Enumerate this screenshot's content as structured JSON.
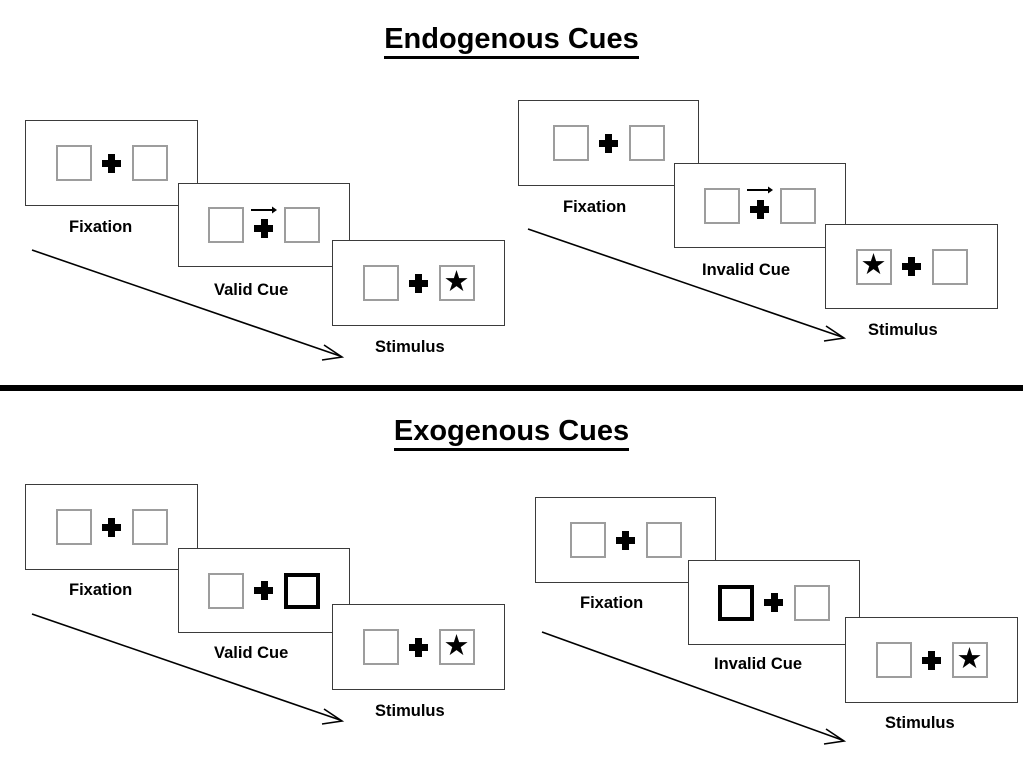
{
  "figure": {
    "title_endogenous": "Endogenous Cues",
    "title_exogenous": "Exogenous Cues"
  },
  "sections": [
    {
      "id": "endogenous",
      "title": "Endogenous Cues",
      "cue_type": "arrow",
      "sequences": [
        {
          "id": "endogenous-valid",
          "validity_label": "Valid Cue",
          "frames": [
            {
              "label": "Fixation",
              "left_box": "empty",
              "right_box": "empty",
              "cue": "none"
            },
            {
              "label": "Valid Cue",
              "left_box": "empty",
              "right_box": "empty",
              "cue": "arrow-right"
            },
            {
              "label": "Stimulus",
              "left_box": "empty",
              "right_box": "star",
              "cue": "none"
            }
          ]
        },
        {
          "id": "endogenous-invalid",
          "validity_label": "Invalid Cue",
          "frames": [
            {
              "label": "Fixation",
              "left_box": "empty",
              "right_box": "empty",
              "cue": "none"
            },
            {
              "label": "Invalid Cue",
              "left_box": "empty",
              "right_box": "empty",
              "cue": "arrow-right"
            },
            {
              "label": "Stimulus",
              "left_box": "star",
              "right_box": "empty",
              "cue": "none"
            }
          ]
        }
      ]
    },
    {
      "id": "exogenous",
      "title": "Exogenous Cues",
      "cue_type": "box-flash",
      "sequences": [
        {
          "id": "exogenous-valid",
          "validity_label": "Valid Cue",
          "frames": [
            {
              "label": "Fixation",
              "left_box": "empty",
              "right_box": "empty",
              "cue": "none"
            },
            {
              "label": "Valid Cue",
              "left_box": "empty",
              "right_box": "highlighted",
              "cue": "none"
            },
            {
              "label": "Stimulus",
              "left_box": "empty",
              "right_box": "star",
              "cue": "none"
            }
          ]
        },
        {
          "id": "exogenous-invalid",
          "validity_label": "Invalid Cue",
          "frames": [
            {
              "label": "Fixation",
              "left_box": "empty",
              "right_box": "empty",
              "cue": "none"
            },
            {
              "label": "Invalid Cue",
              "left_box": "highlighted",
              "right_box": "empty",
              "cue": "none"
            },
            {
              "label": "Stimulus",
              "left_box": "empty",
              "right_box": "star",
              "cue": "none"
            }
          ]
        }
      ]
    }
  ],
  "labels": {
    "fixation": "Fixation",
    "valid_cue": "Valid Cue",
    "invalid_cue": "Invalid Cue",
    "stimulus": "Stimulus"
  },
  "glyphs": {
    "star": "★",
    "fixation_cross": "plus-sign",
    "arrow_cue": "arrow-right"
  },
  "colors": {
    "ink": "#000000",
    "panel_border": "#3b3b3b",
    "placeholder_border": "#9d9d9d",
    "cued_border": "#000000",
    "background": "#ffffff"
  }
}
